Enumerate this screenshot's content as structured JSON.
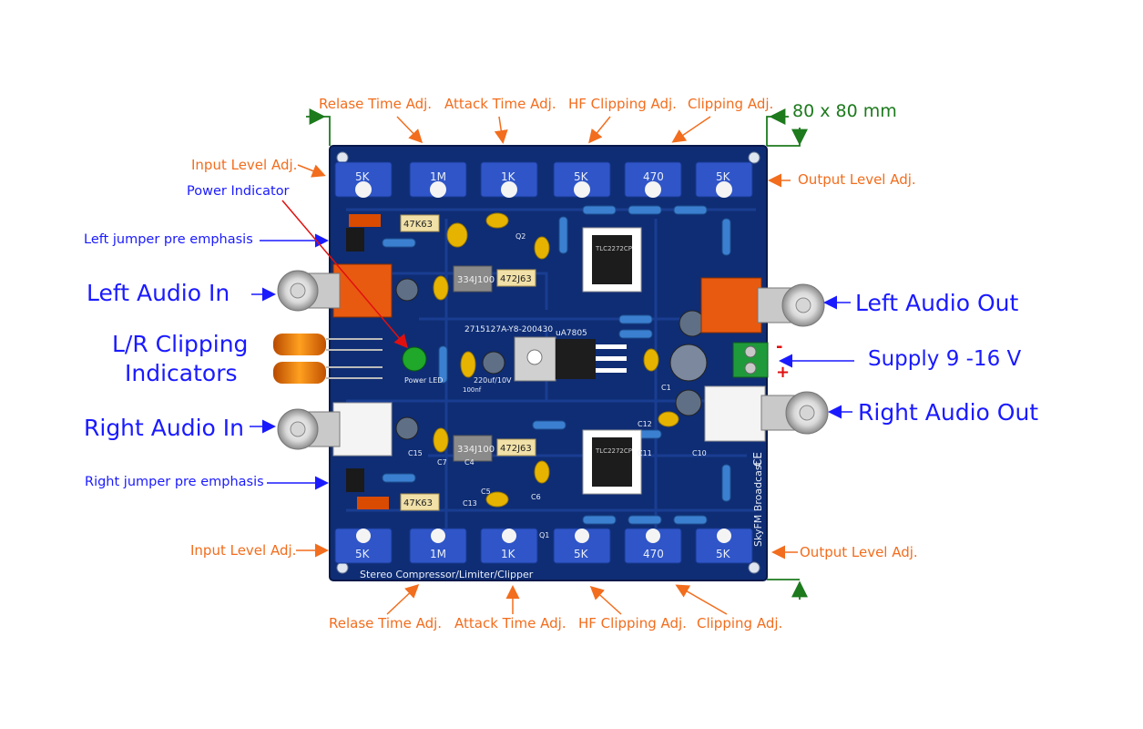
{
  "dimension_label": "80 x 80 mm",
  "top_labels": [
    "Relase Time Adj.",
    "Attack Time Adj.",
    "HF Clipping Adj.",
    "Clipping Adj."
  ],
  "bottom_labels": [
    "Relase Time Adj.",
    "Attack Time Adj.",
    "HF Clipping Adj.",
    "Clipping Adj."
  ],
  "left_labels": {
    "input_level_top": "Input Level Adj.",
    "power_indicator": "Power Indicator",
    "left_jumper": "Left jumper pre emphasis",
    "left_audio_in": "Left Audio In",
    "lr_clipping_1": "L/R Clipping",
    "lr_clipping_2": "Indicators",
    "right_audio_in": "Right Audio In",
    "right_jumper": "Right jumper pre emphasis",
    "input_level_bottom": "Input Level Adj."
  },
  "right_labels": {
    "output_level_top": "Output Level Adj.",
    "left_audio_out": "Left Audio Out",
    "supply": "Supply 9 -16 V",
    "right_audio_out": "Right Audio Out",
    "output_level_bottom": "Output Level Adj."
  },
  "board": {
    "title": "Stereo Compressor/Limiter/Clipper",
    "brand": "SkyFM Broadcast",
    "part_number": "2715127A-Y8-200430",
    "regulator": "uA7805",
    "power_led_label": "Power LED",
    "cap_220": "220uf/10V",
    "cap_100": "100nf",
    "pot_values_top": [
      "5K",
      "1M",
      "1K",
      "5K",
      "470",
      "5K"
    ],
    "pot_values_bottom": [
      "5K",
      "1M",
      "1K",
      "5K",
      "470",
      "5K"
    ],
    "caps": [
      "472J63",
      "334J100",
      "472J63",
      "334J100",
      "47K63",
      "47K63"
    ],
    "component_refs": [
      "C15",
      "C7",
      "C4",
      "C13",
      "C6",
      "C5",
      "C12",
      "C10",
      "C11",
      "C1",
      "Q1",
      "Q2"
    ],
    "ic_label": "TLC2272CP",
    "supply_minus": "-",
    "supply_plus": "+",
    "ce_mark": "CE"
  },
  "colors": {
    "pcb": "#0d2a6e",
    "orange_label": "#f26d1d",
    "blue_label": "#1a1aff",
    "green_dim": "#1d7a1d",
    "pot_blue": "#2f55c8"
  }
}
